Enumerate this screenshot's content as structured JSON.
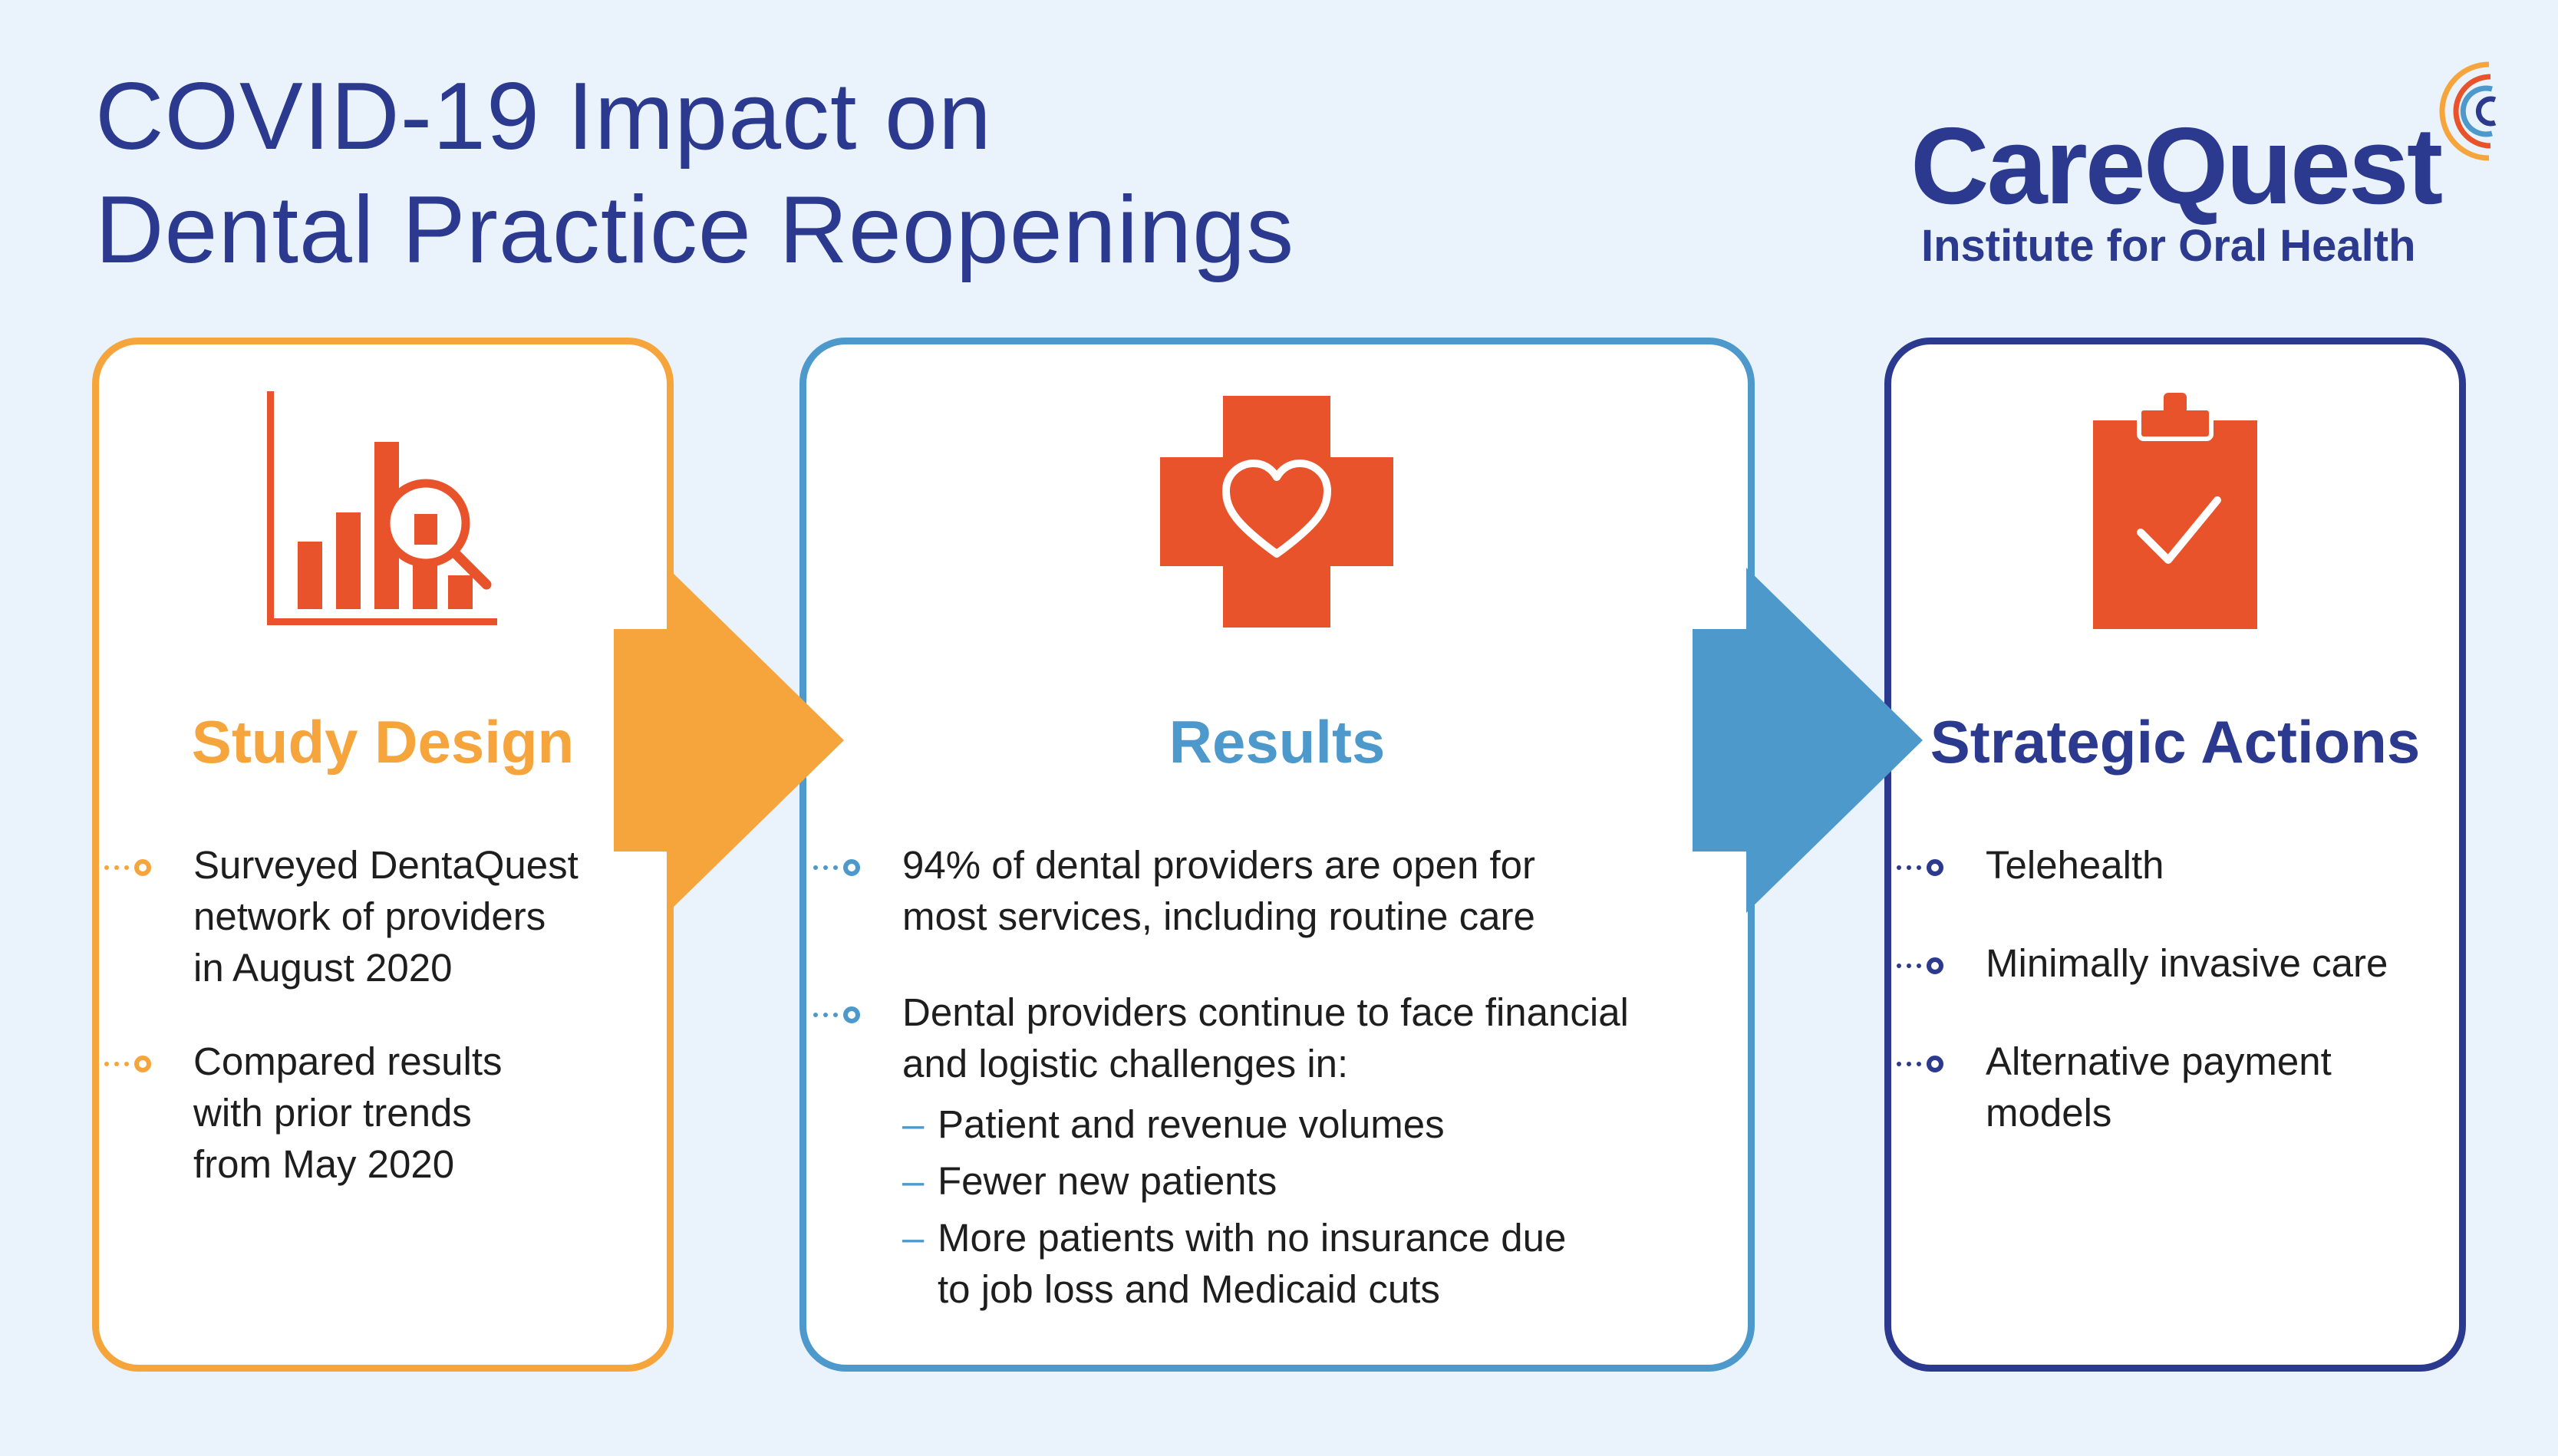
{
  "title": {
    "line1": "COVID-19 Impact on",
    "line2": "Dental Practice Reopenings"
  },
  "logo": {
    "name": "CareQuest",
    "subtitle": "Institute for Oral Health"
  },
  "colors": {
    "background": "#eaf3fc",
    "navy": "#2b3a8f",
    "orange": "#f5a53c",
    "blue": "#4e99cc",
    "icon_red": "#e8532b"
  },
  "study_design": {
    "heading": "Study Design",
    "icon": "bar-chart-magnifier-icon",
    "items": [
      {
        "lines": [
          "Surveyed DentaQuest",
          "network of providers",
          "in August 2020"
        ]
      },
      {
        "lines": [
          "Compared results",
          "with prior trends",
          "from May 2020"
        ]
      }
    ]
  },
  "results": {
    "heading": "Results",
    "icon": "medical-cross-heart-icon",
    "items": [
      {
        "lines": [
          "94% of dental providers are open for",
          "most services, including routine care"
        ]
      },
      {
        "lines": [
          "Dental providers continue to face financial",
          "and logistic challenges in:"
        ]
      }
    ],
    "sub_items": [
      {
        "lines": [
          "Patient and revenue volumes"
        ]
      },
      {
        "lines": [
          "Fewer new patients"
        ]
      },
      {
        "lines": [
          "More patients with no insurance due",
          "to job loss and Medicaid cuts"
        ]
      }
    ],
    "dash": "–"
  },
  "strategic_actions": {
    "heading": "Strategic Actions",
    "icon": "clipboard-check-icon",
    "items": [
      {
        "lines": [
          "Telehealth"
        ]
      },
      {
        "lines": [
          "Minimally invasive care"
        ]
      },
      {
        "lines": [
          "Alternative payment",
          "models"
        ]
      }
    ]
  }
}
